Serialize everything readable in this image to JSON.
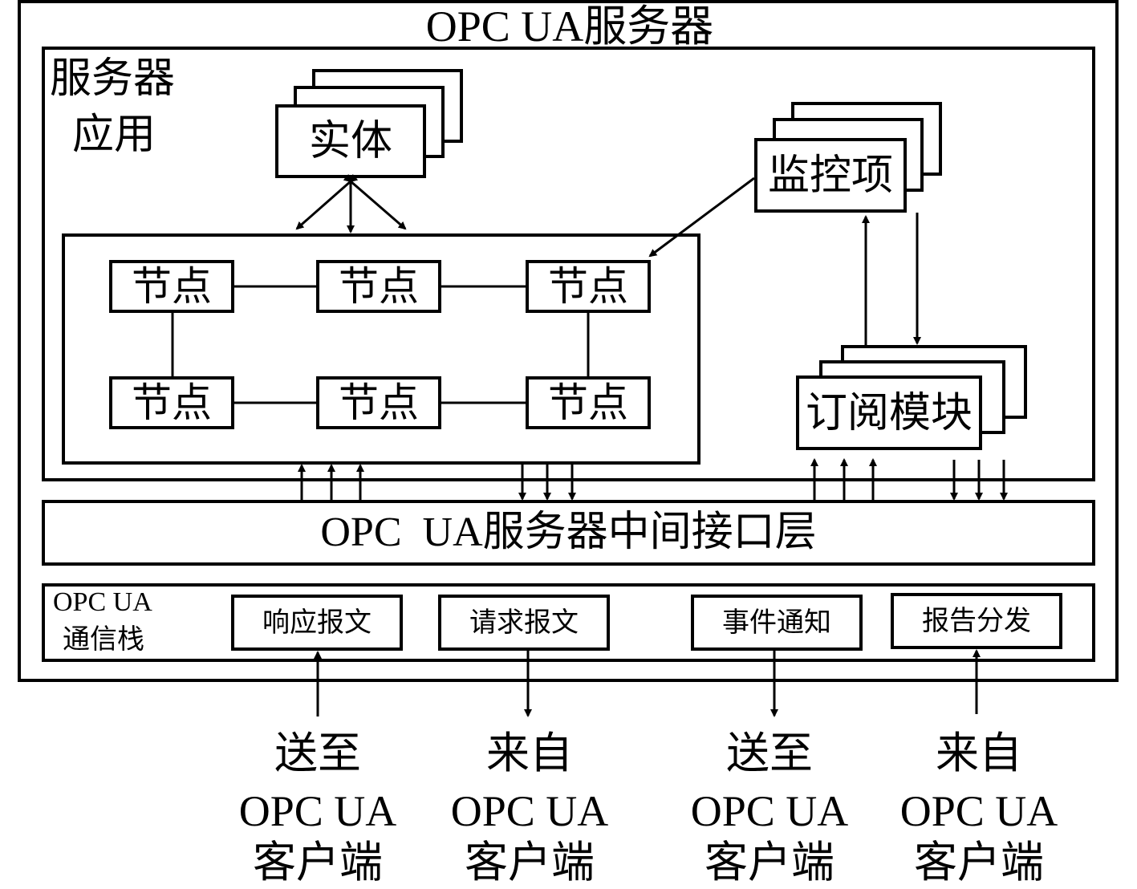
{
  "server": {
    "title": "OPC UA服务器",
    "application_label_line1": "服务器",
    "application_label_line2": "应用",
    "entity_label": "实体",
    "monitored_item_label": "监控项",
    "subscription_label": "订阅模块",
    "nodes": [
      "节点",
      "节点",
      "节点",
      "节点",
      "节点",
      "节点"
    ],
    "middle_layer_label": "OPC  UA服务器中间接口层",
    "stack_label_line1": "OPC UA",
    "stack_label_line2": "通信栈",
    "messages": [
      "响应报文",
      "请求报文",
      "事件通知",
      "报告分发"
    ]
  },
  "clients": [
    {
      "line1": "送至",
      "line2": "OPC UA",
      "line3": "客户端"
    },
    {
      "line1": "来自",
      "line2": "OPC UA",
      "line3": "客户端"
    },
    {
      "line1": "送至",
      "line2": "OPC UA",
      "line3": "客户端"
    },
    {
      "line1": "来自",
      "line2": "OPC UA",
      "line3": "客户端"
    }
  ]
}
